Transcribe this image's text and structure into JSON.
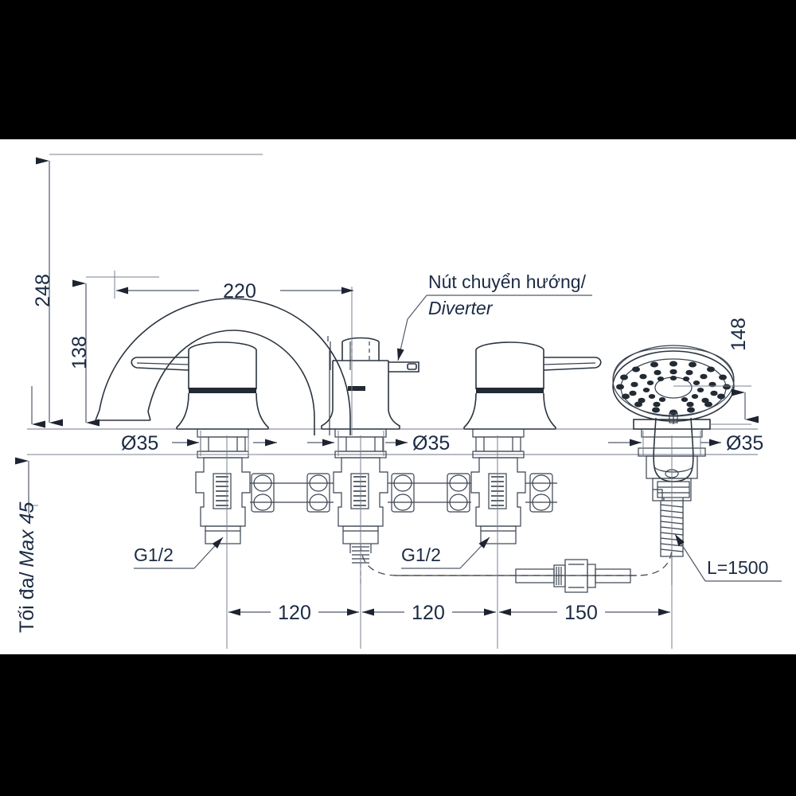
{
  "drawing": {
    "title": "Deck-mounted 4-hole bath mixer with handshower - dimensional drawing",
    "units": "mm"
  },
  "dimensions": {
    "spout_height_total": "248",
    "spout_height_lower": "138",
    "spout_reach": "220",
    "handshower_height": "148",
    "hole_diameter_left": "Ø35",
    "hole_diameter_center": "Ø35",
    "hole_diameter_right": "Ø35",
    "spacing_left": "120",
    "spacing_center": "120",
    "spacing_right": "150",
    "deck_thickness": "Tối đa/ Max 45",
    "deck_thickness_plain": "Tối đa/",
    "deck_thickness_italic": "Max 45"
  },
  "labels": {
    "diverter_vi": "Nút chuyển hướng/",
    "diverter_en": "Diverter",
    "inlet_left": "G1/2",
    "inlet_right": "G1/2",
    "hose_length": "L=1500"
  },
  "colors": {
    "line": "#2b3440",
    "dimension_text": "#1b2b44",
    "background": "#ffffff",
    "letterbox": "#000000"
  }
}
